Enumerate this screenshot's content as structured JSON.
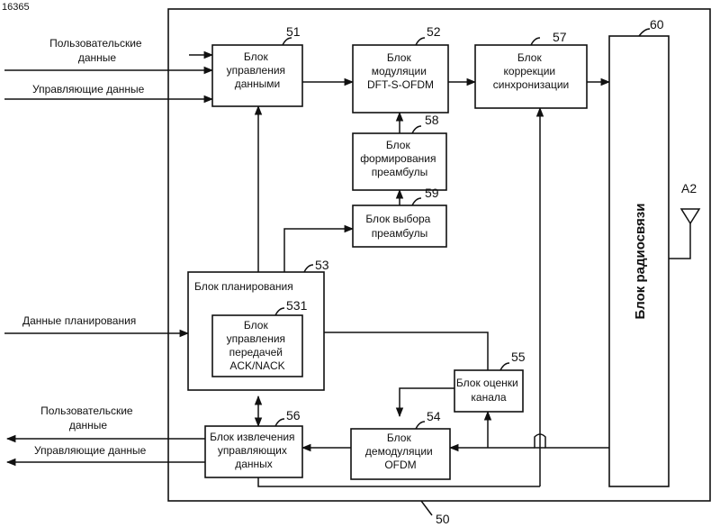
{
  "corner_id": "16365",
  "frame_number": "50",
  "blocks": {
    "b51": {
      "lines": [
        "Блок",
        "управления",
        "данными"
      ],
      "number": "51"
    },
    "b52": {
      "lines": [
        "Блок",
        "модуляции",
        "DFT-S-OFDM"
      ],
      "number": "52"
    },
    "b57": {
      "lines": [
        "Блок",
        "коррекции",
        "синхронизации"
      ],
      "number": "57"
    },
    "b58": {
      "lines": [
        "Блок",
        "формирования",
        "преамбулы"
      ],
      "number": "58"
    },
    "b59": {
      "lines": [
        "Блок выбора",
        "преамбулы"
      ],
      "number": "59"
    },
    "b53": {
      "lines": [
        "Блок планирования"
      ],
      "number": "53"
    },
    "b531": {
      "lines": [
        "Блок",
        "управления",
        "передачей",
        "ACK/NACK"
      ],
      "number": "531"
    },
    "b55": {
      "lines": [
        "Блок оценки",
        "канала"
      ],
      "number": "55"
    },
    "b54": {
      "lines": [
        "Блок",
        "демодуляции",
        "OFDM"
      ],
      "number": "54"
    },
    "b56": {
      "lines": [
        "Блок извлечения",
        "управляющих",
        "данных"
      ],
      "number": "56"
    },
    "b60": {
      "lines": [
        "Блок радиосвязи"
      ],
      "number": "60"
    }
  },
  "antenna_label": "A2",
  "external_labels": {
    "user_data_in": [
      "Пользовательские",
      "данные"
    ],
    "control_data_in": [
      "Управляющие данные"
    ],
    "scheduling_data": [
      "Данные планирования"
    ],
    "user_data_out": [
      "Пользовательские",
      "данные"
    ],
    "control_data_out": [
      "Управляющие данные"
    ]
  }
}
